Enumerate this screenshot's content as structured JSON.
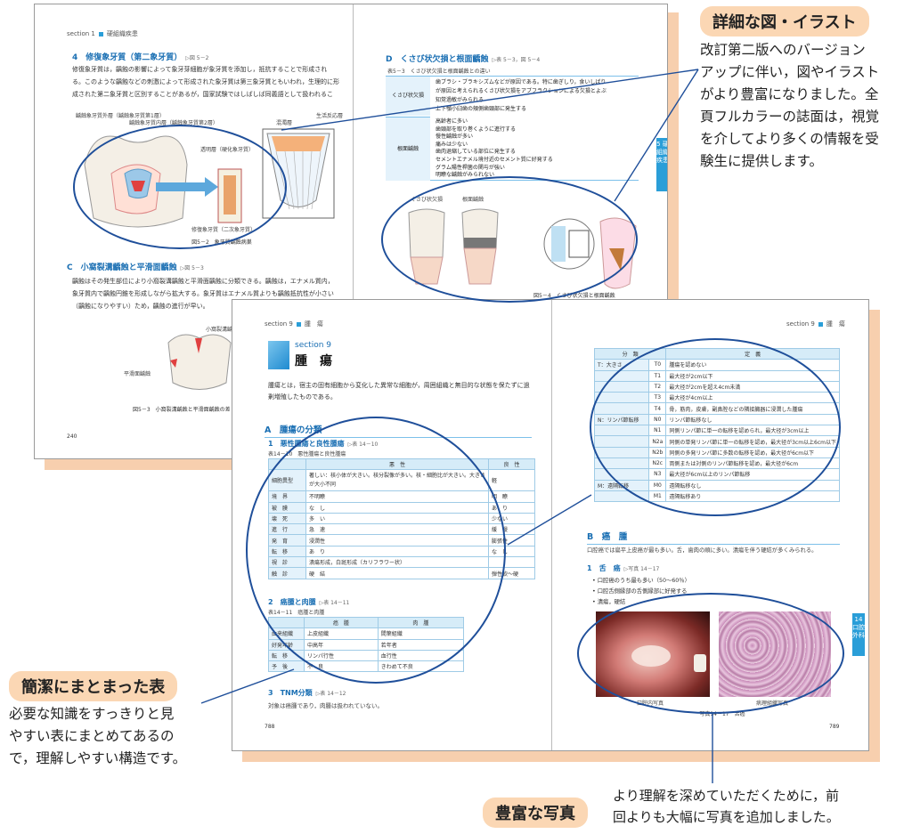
{
  "colors": {
    "accent": "#2a9ed8",
    "heading": "#1a6fb3",
    "callout_bg": "#fbd7b4",
    "ellipse": "#1f4f9a",
    "shadow": "#f7cfae"
  },
  "spread1": {
    "left": {
      "running_head": {
        "section": "section 1",
        "title": "硬組織疾患"
      },
      "h4": {
        "title": "4　修復象牙質（第二象牙質）",
        "ref": "▷図 5－2"
      },
      "para1": "修復象牙質は，齲蝕の影響によって象牙芽細胞が象牙質を添加し，抵抗することで形成される。このような齲蝕などの刺激によって形成された象牙質は第三象牙質ともいわれ，生理的に形成された第二象牙質と区別することがあるが，国家試験ではしばしば同義語として扱われることがある。",
      "fig_labels": [
        "齲蝕象牙質外層（齲蝕象牙質第1層）",
        "齲蝕象牙質内層（齲蝕象牙質第2層）",
        "透明層（硬化象牙質）",
        "修復象牙質（二次象牙質）",
        "混濁層",
        "生活反応層"
      ],
      "fig_caption": "図5－2　象牙質齲蝕病巣",
      "hC": {
        "title": "C　小窩裂溝齲蝕と平滑面齲蝕",
        "ref": "▷図 5－3"
      },
      "para2": "齲蝕はその発生部位により小窩裂溝齲蝕と平滑面齲蝕に分類できる。齲蝕は，エナメル質内，象牙質内で齲蝕円錐を形成しながら拡大する。象牙質はエナメル質よりも齲蝕抵抗性が小さい（齲蝕になりやすい）ため，齲蝕の進行が早い。",
      "fig2_labels": [
        "小窩裂溝齲蝕",
        "平滑面齲蝕"
      ],
      "fig2_caption": "図5－3　小窩裂溝齲蝕と平滑面齲蝕の差",
      "page": "240"
    },
    "right": {
      "hD": {
        "title": "D　くさび状欠損と根面齲蝕",
        "ref": "▷表 5－3，図 5－4"
      },
      "table_caption": "表5－3　くさび状欠損と根面齲蝕との違い",
      "rows": [
        {
          "label": "くさび状欠損",
          "items": [
            "歯ブラシ・ブラキシズムなどが原因である。特に歯ぎしり，食いしばり",
            "が原因と考えられるくさび状欠損をアブフラクションによる欠損とよぶ",
            "知覚過敏がみられる",
            "上下顎小臼歯の頬側歯頸部に発生する"
          ]
        },
        {
          "label": "根面齲蝕",
          "items": [
            "高齢者に多い",
            "歯頸部を取り巻くように進行する",
            "慢性齲蝕が多い",
            "痛みは少ない",
            "歯肉退縮している部位に発生する",
            "セメントエナメル境付近のセメント質に好発する",
            "グラム陽性桿菌の関与が強い",
            "明瞭な齲蝕がみられない"
          ]
        }
      ],
      "fig_labels": [
        "くさび状欠損",
        "根面齲蝕"
      ],
      "fig_caption": "図5－4　くさび状欠損と根面齲蝕",
      "sidetab": "5 硬組織疾患"
    }
  },
  "spread2": {
    "left": {
      "running_head": {
        "section": "section 9",
        "title": "腫　瘍"
      },
      "section_label": "section 9",
      "section_title": "腫　瘍",
      "intro": "腫瘍とは，宿主の固有細胞から変化した異常な細胞が，周囲組織と無目的な状態を保たずに過剰増殖したものである。",
      "hA": "A　腫瘍の分類",
      "h1": {
        "title": "1　悪性腫瘍と良性腫瘍",
        "ref": "▷表 14－10"
      },
      "t1_caption": "表14－10　悪性腫瘍と良性腫瘍",
      "t1_head": [
        "",
        "悪　性",
        "良　性"
      ],
      "t1_rows": [
        [
          "細胞異型",
          "著しい：核小体が大きい。核分裂像が多い。核・細胞比が大きい。大きさが大小不同",
          "軽"
        ],
        [
          "境　界",
          "不明瞭",
          "明　瞭"
        ],
        [
          "被　膜",
          "な　し",
          "あ　り"
        ],
        [
          "壊　死",
          "多　い",
          "少ない"
        ],
        [
          "進　行",
          "急　速",
          "緩　慢"
        ],
        [
          "発　育",
          "浸潤性",
          "膨張性"
        ],
        [
          "転　移",
          "あ　り",
          "な　し"
        ],
        [
          "視　診",
          "潰瘍形成，白斑形成（カリフラワー状）",
          ""
        ],
        [
          "触　診",
          "硬　結",
          "弾性軟～硬"
        ]
      ],
      "h2": {
        "title": "2　癌腫と肉腫",
        "ref": "▷表 14－11"
      },
      "t2_caption": "表14－11　癌腫と肉腫",
      "t2_head": [
        "",
        "癌　腫",
        "肉　腫"
      ],
      "t2_rows": [
        [
          "由来組織",
          "上皮組織",
          "間葉組織"
        ],
        [
          "好発年齢",
          "中高年",
          "若年者"
        ],
        [
          "転　移",
          "リンパ行性",
          "血行性"
        ],
        [
          "予　後",
          "不　良",
          "きわめて不良"
        ]
      ],
      "h3": {
        "title": "3　TNM分類",
        "ref": "▷表 14－12"
      },
      "t3_text": "対象は癌腫であり，肉腫は扱われていない。",
      "page": "788"
    },
    "right": {
      "running_head": {
        "section": "section 9",
        "title": "腫　瘍"
      },
      "tnm_head": [
        "分　類",
        "定　義"
      ],
      "tnm_rows": [
        [
          "T：大きさ",
          "T0",
          "腫瘍を認めない"
        ],
        [
          "",
          "T1",
          "最大径が2cm以下"
        ],
        [
          "",
          "T2",
          "最大径が2cmを超え4cm未満"
        ],
        [
          "",
          "T3",
          "最大径が4cm以上"
        ],
        [
          "",
          "T4",
          "骨，筋肉，皮膚，副鼻腔などの隣接臓器に浸潤した腫瘍"
        ],
        [
          "N：リンパ節転移",
          "N0",
          "リンパ節転移なし"
        ],
        [
          "",
          "N1",
          "同側リンパ節に単一の転移を認められ，最大径が3cm以上"
        ],
        [
          "",
          "N2a",
          "同側の単発リンパ節に単一の転移を認め，最大径が3cm以上6cm以下"
        ],
        [
          "",
          "N2b",
          "同側の多発リンパ節に多数の転移を認め，最大径が6cm以下"
        ],
        [
          "",
          "N2c",
          "両側または対側のリンパ節転移を認め，最大径が6cm"
        ],
        [
          "",
          "N3",
          "最大径が6cm以上のリンパ節転移"
        ],
        [
          "M：遠隔転移",
          "M0",
          "遠隔転移なし"
        ],
        [
          "",
          "M1",
          "遠隔転移あり"
        ]
      ],
      "hB": "B　癌　腫",
      "b_text": "口腔癌では扁平上皮癌が最も多い。舌，歯肉の順に多い。潰瘍を伴う硬結が多くみられる。",
      "h1": {
        "title": "1　舌　癌",
        "ref": "▷写真 14－17"
      },
      "bullets": [
        "口腔癌のうち最も多い（50～60％）",
        "口腔舌側縁部の舌側縁部に好発する",
        "潰瘍，硬結"
      ],
      "photo_labels": [
        "口腔内写真",
        "病理組織写真"
      ],
      "photo_caption": "写真14－17　舌癌",
      "sidetab": "14 口腔外科",
      "page": "789"
    }
  },
  "callouts": {
    "illustrations": {
      "badge": "詳細な図・イラスト",
      "lines": [
        "改訂第二版へのバージョン",
        "アップに伴い，図やイラスト",
        "がより豊富になりました。全",
        "頁フルカラーの誌面は，視覚",
        "を介してより多くの情報を受",
        "験生に提供します。"
      ]
    },
    "tables": {
      "badge": "簡潔にまとまった表",
      "lines": [
        "必要な知識をすっきりと見",
        "やすい表にまとめてあるの",
        "で，理解しやすい構造です。"
      ]
    },
    "photos": {
      "badge": "豊富な写真",
      "lines": [
        "より理解を深めていただくために，前",
        "回よりも大幅に写真を追加しました。"
      ]
    }
  }
}
